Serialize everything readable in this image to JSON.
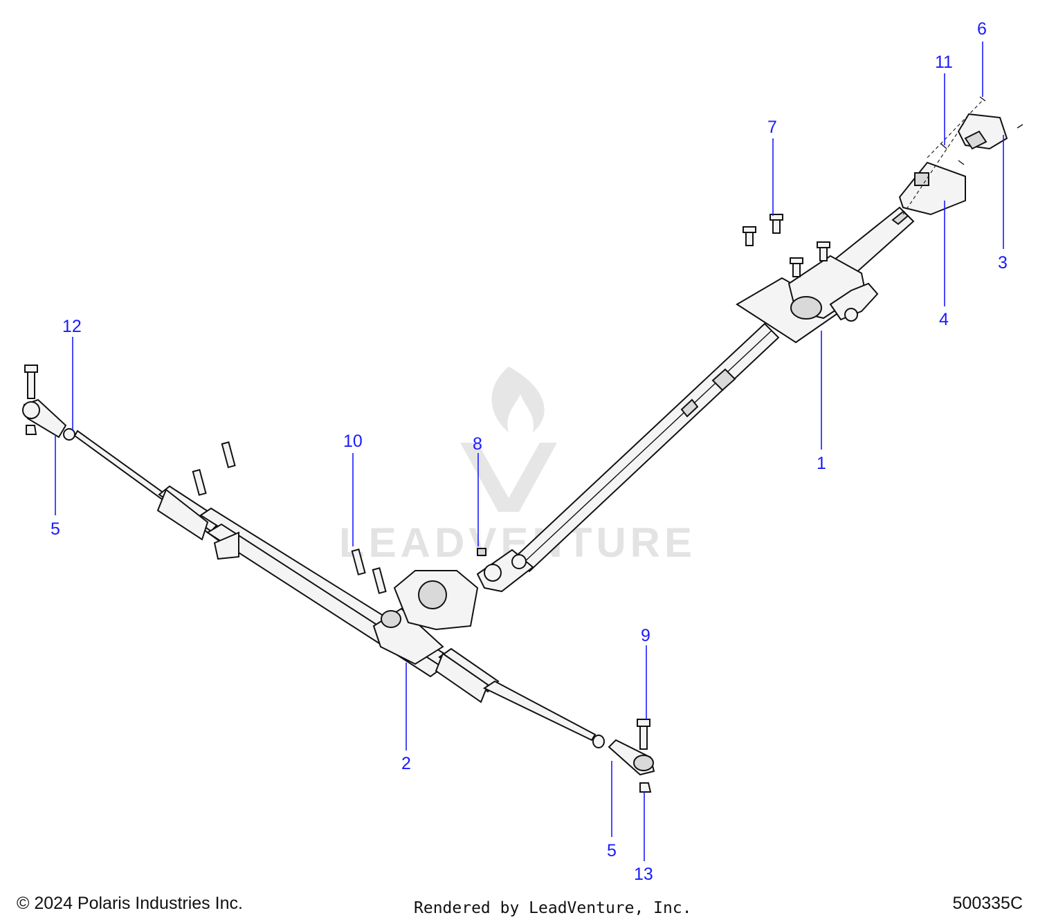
{
  "diagram": {
    "callouts": [
      "1",
      "2",
      "3",
      "4",
      "5",
      "5",
      "6",
      "7",
      "8",
      "9",
      "10",
      "11",
      "12",
      "13"
    ],
    "watermark": "LEADVENTURE"
  },
  "footer": {
    "copyright": "© 2024 Polaris Industries Inc.",
    "rendered_by": "Rendered by LeadVenture, Inc.",
    "part_number": "500335C"
  },
  "colors": {
    "callout": "#1a1aff",
    "line": "#111111",
    "watermark": "#e3e3e3"
  }
}
